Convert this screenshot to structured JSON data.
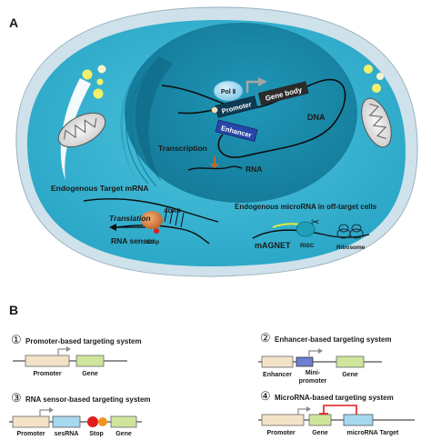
{
  "panel_a": {
    "label": "A",
    "pol": "Pol Ⅱ",
    "promoter": "Promoter",
    "gene_body": "Gene body",
    "enhancer": "Enhancer",
    "dna": "DNA",
    "transcription": "Transcription",
    "rna": "RNA",
    "mrna_title": "Endogenous Target mRNA",
    "adar": "ADAR",
    "translation": "Translation",
    "stop": "Stop",
    "rna_sensor": "RNA sensor",
    "microrna_title": "Endogenous microRNA in off-target cells",
    "magnet": "mAGNET",
    "risc": "RISC",
    "ribosome": "Ribosome"
  },
  "panel_b": {
    "label": "B",
    "s1": {
      "num": "①",
      "title": "Promoter-based targeting system",
      "promoter": "Promoter",
      "gene": "Gene"
    },
    "s2": {
      "num": "②",
      "title": "Enhancer-based targeting system",
      "enhancer": "Enhancer",
      "mini1": "Mini-",
      "mini2": "promoter",
      "gene": "Gene"
    },
    "s3": {
      "num": "③",
      "title": "RNA sensor-based targeting system",
      "promoter": "Promoter",
      "sesrna": "sesRNA",
      "stop": "Stop",
      "gene": "Gene"
    },
    "s4": {
      "num": "④",
      "title": "MicroRNA-based targeting system",
      "promoter": "Promoter",
      "gene": "Gene",
      "target": "microRNA Target"
    }
  },
  "colors": {
    "cell_outer": "#cfe1ea",
    "cytoplasm": "#38b4d2",
    "nucleus": "#1a87a8",
    "nucleus_inner": "#167998",
    "promoter_box": "#f2e3c7",
    "gene_box": "#cfe59c",
    "enhancer_box": "#3b55b6",
    "sesrna_box": "#a6d8f0",
    "stop_red": "#e21c1c",
    "stop_orange": "#f0951c",
    "arrow_gray": "#8a8a8a",
    "vesicle": "#f2f06a"
  }
}
